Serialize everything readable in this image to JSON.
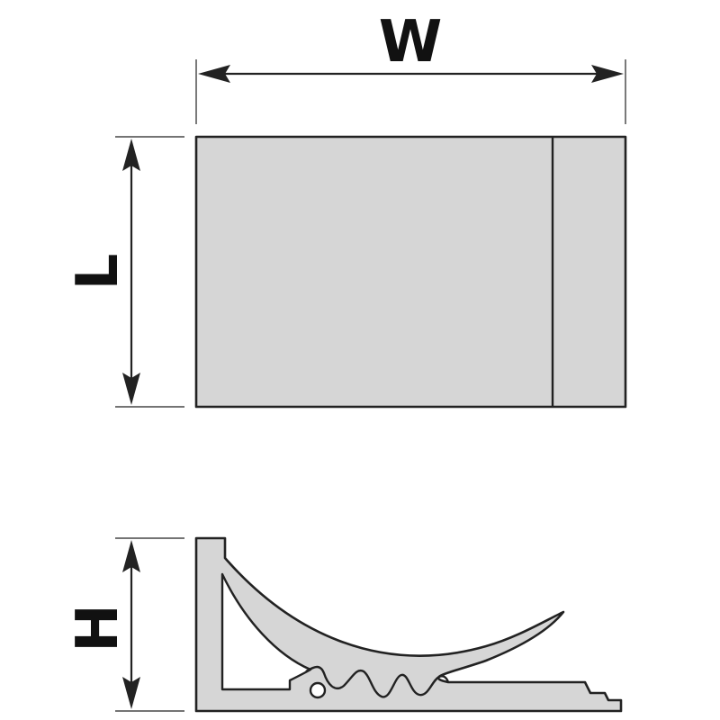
{
  "labels": {
    "width": "W",
    "length": "L",
    "height": "H"
  },
  "colors": {
    "part_fill": "#d6d6d6",
    "outline": "#222222",
    "background": "#ffffff"
  }
}
